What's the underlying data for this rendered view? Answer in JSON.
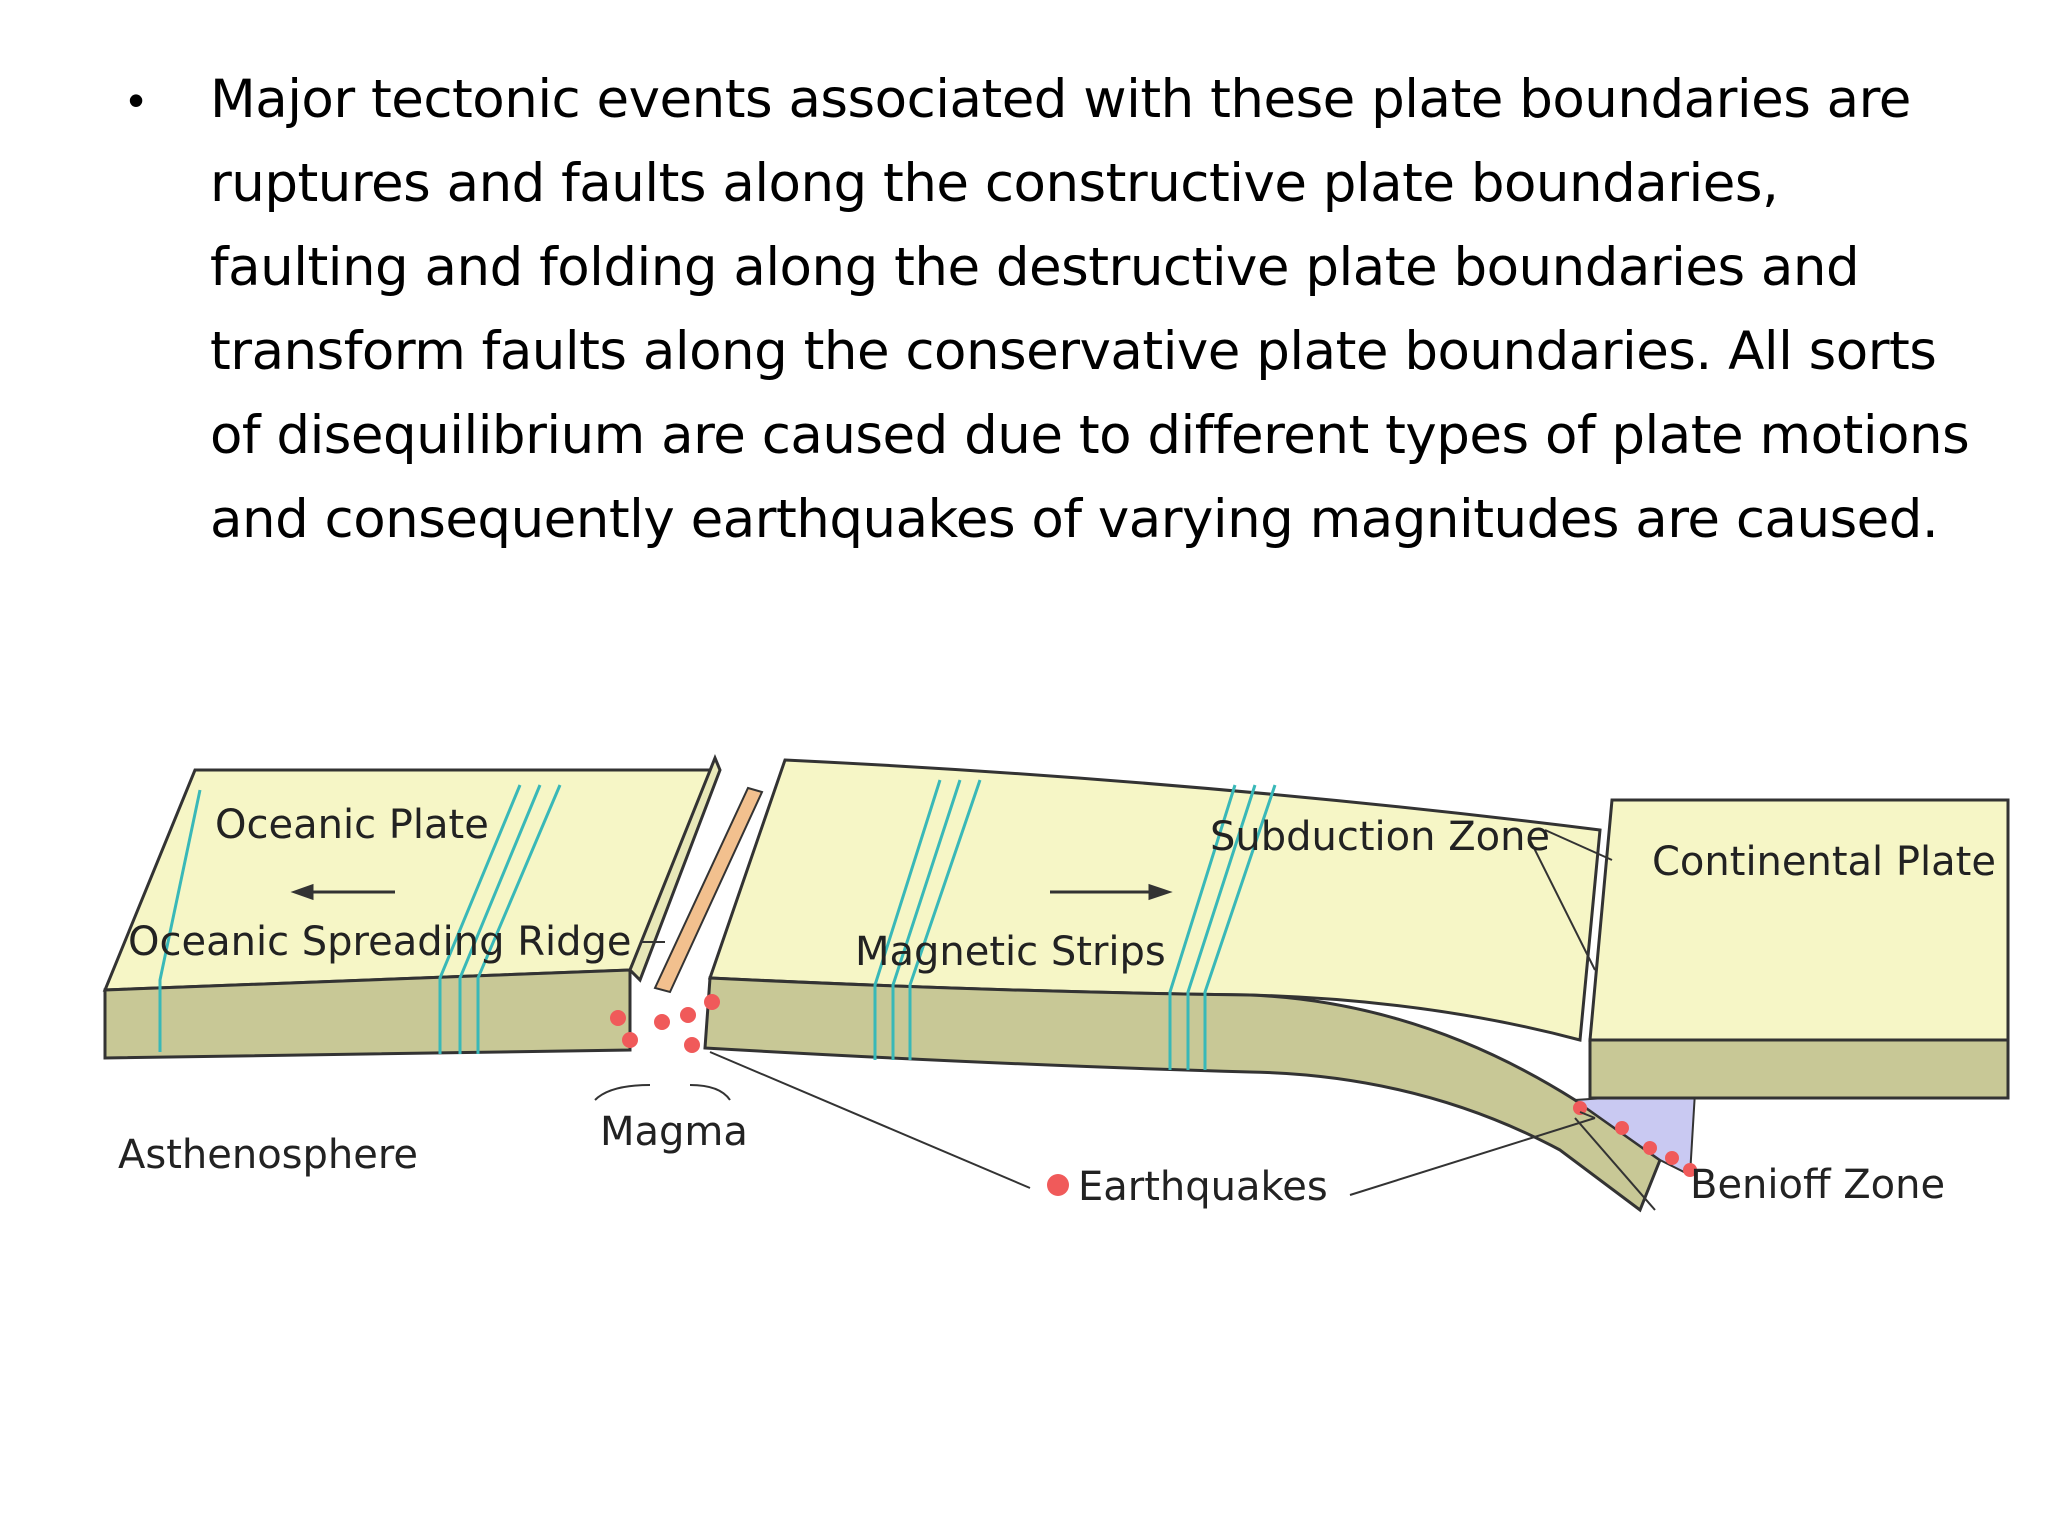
{
  "slide": {
    "bullets": [
      "Major tectonic events associated with these plate boundaries are ruptures and faults along the constructive plate boundaries, faulting and folding along the destructive plate boundaries and transform faults along the conservative plate boundaries. All sorts of disequilibrium are caused due to different types of plate motions and consequently earthquakes of varying magnitudes are caused."
    ],
    "bullet_symbol": "•"
  },
  "diagram": {
    "labels": {
      "oceanic_plate": "Oceanic Plate",
      "oceanic_spreading_ridge": "Oceanic Spreading Ridge",
      "magnetic_strips": "Magnetic Strips",
      "subduction_zone": "Subduction Zone",
      "continental_plate": "Continental Plate",
      "asthenosphere": "Asthenosphere",
      "magma": "Magma",
      "earthquakes": "Earthquakes",
      "benioff_zone": "Benioff Zone"
    },
    "colors": {
      "plate_top": "#f6f6c6",
      "plate_side": "#c8c896",
      "outline": "#333333",
      "magnetic_strip": "#39b8b8",
      "earthquake": "#f05a5a",
      "magma": "#f2c08e",
      "benioff_zone": "#c9c9f2"
    }
  }
}
